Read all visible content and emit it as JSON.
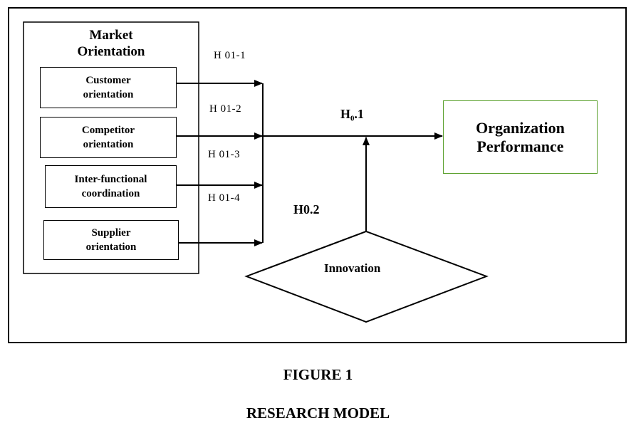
{
  "diagram": {
    "market_orientation": {
      "title": "Market\nOrientation",
      "items": [
        "Customer\norientation",
        "Competitor\norientation",
        "Inter-functional\ncoordination",
        "Supplier\norientation"
      ]
    },
    "hypotheses": [
      "H 01-1",
      "H 01-2",
      "H 01-3",
      "H 01-4"
    ],
    "main_hypothesis": "H₀.1",
    "moderation_hypothesis": "H0.2",
    "moderator": "Innovation",
    "outcome": "Organization\nPerformance",
    "outcome_border_color": "#5aa02c"
  },
  "caption": {
    "figure": "FIGURE 1",
    "title": "RESEARCH MODEL"
  }
}
